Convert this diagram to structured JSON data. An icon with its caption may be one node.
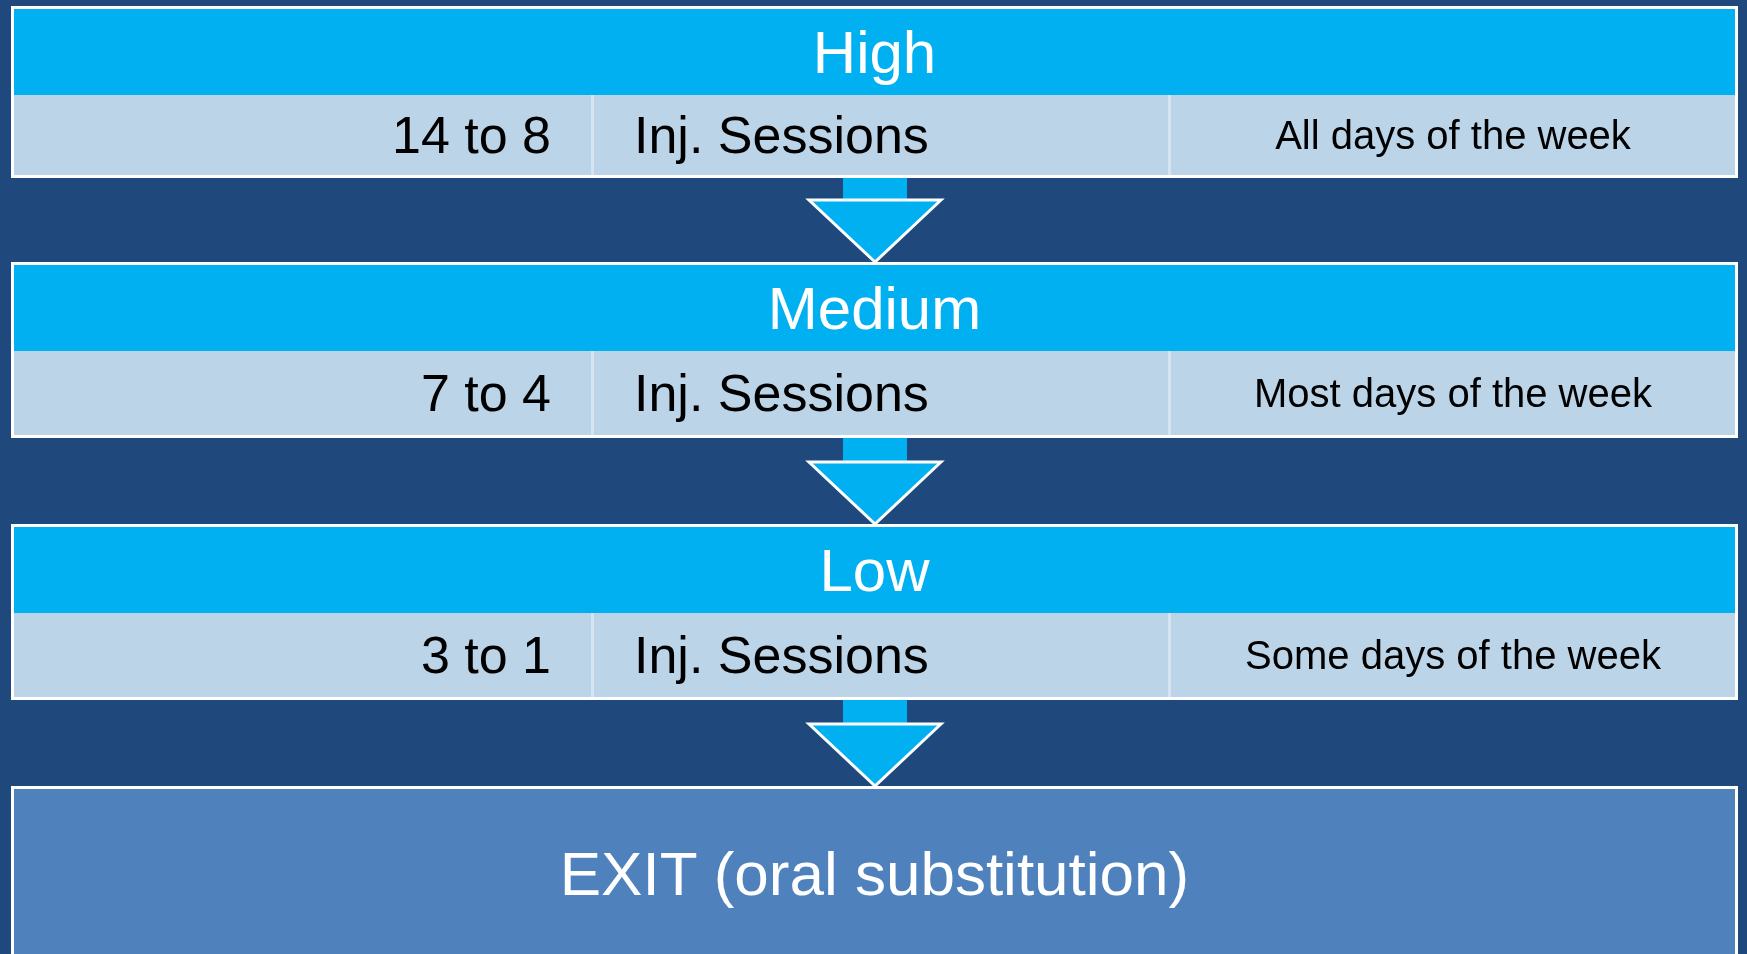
{
  "diagram": {
    "nodes": [
      {
        "text": [
          "High"
        ]
      },
      {
        "text": [
          "14 to 8"
        ],
        "in": 0
      },
      {
        "text": [
          "Inj. Sessions"
        ],
        "in": 0
      },
      {
        "text": [
          "All days of the week"
        ],
        "in": 0
      },
      {
        "text": [
          "Medium"
        ]
      },
      {
        "text": [
          "7 to 4"
        ],
        "in": 4
      },
      {
        "text": [
          "Inj. Sessions"
        ],
        "in": 4
      },
      {
        "text": [
          "Most days of the week"
        ],
        "in": 4
      },
      {
        "text": [
          "Low"
        ]
      },
      {
        "text": [
          "3 to 1"
        ],
        "in": 8
      },
      {
        "text": [
          "Inj. Sessions"
        ],
        "in": 8
      },
      {
        "text": [
          "Some days of the week"
        ],
        "in": 8
      },
      {
        "text": [
          "EXIT (oral substitution)"
        ]
      }
    ],
    "edges": [
      {
        "from": 0,
        "to": 4,
        "arrow": "to"
      },
      {
        "from": 4,
        "to": 8,
        "arrow": "to"
      },
      {
        "from": 8,
        "to": 12,
        "arrow": "to"
      }
    ]
  }
}
